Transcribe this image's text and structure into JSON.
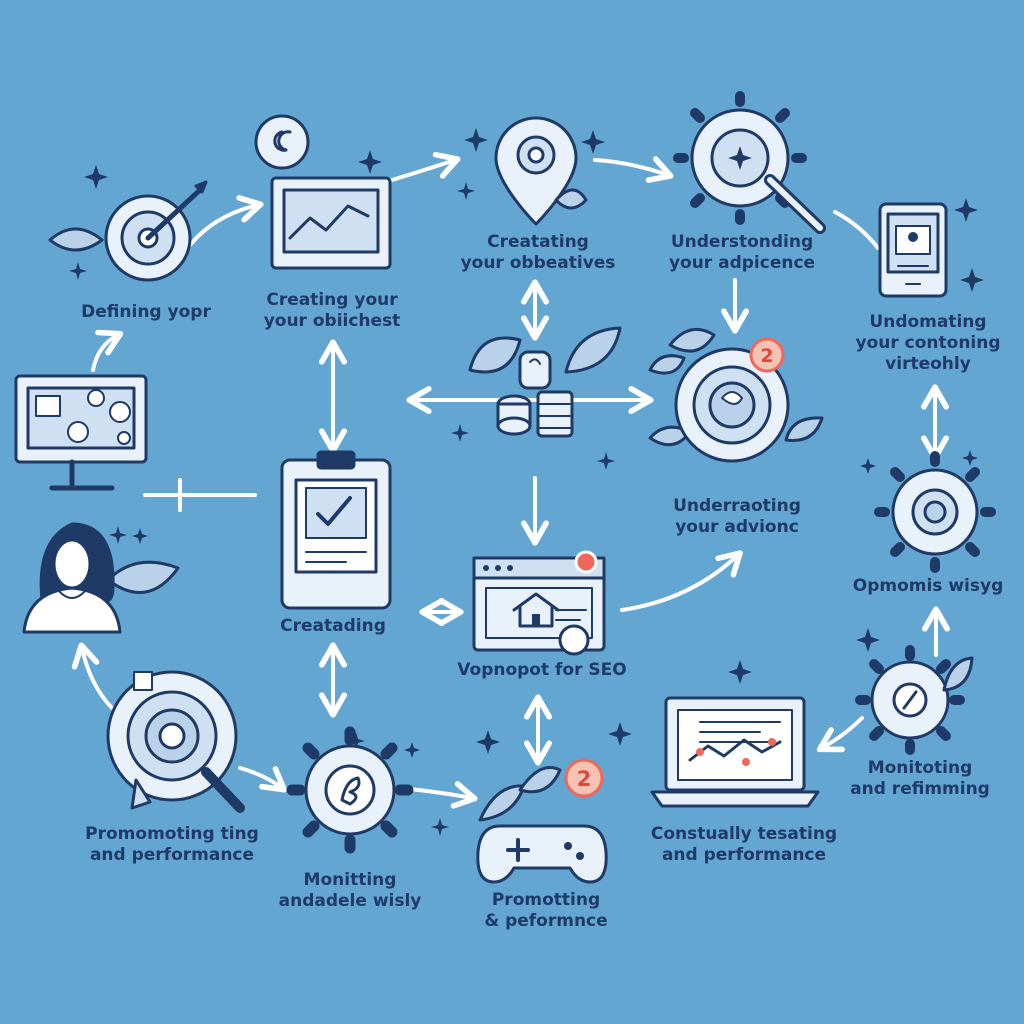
{
  "colors": {
    "background": "#64a6d2",
    "ink": "#1f3a66",
    "fill": "#e9f1fa",
    "accent": "#f0685a"
  },
  "badges": {
    "badge_a": "2",
    "badge_b": "2"
  },
  "nodes": {
    "defining": {
      "icon": "target-icon",
      "lines": [
        "Defining yopr"
      ]
    },
    "creating_1": {
      "icon": "chart-window-icon",
      "lines": [
        "Creating your",
        "your obiichest"
      ]
    },
    "creating_2": {
      "icon": "location-pin-icon",
      "lines": [
        "Creatating",
        "your obbeatives"
      ]
    },
    "understanding_1": {
      "icon": "gear-magnifier-icon",
      "lines": [
        "Understonding",
        "your adpicence"
      ]
    },
    "undomating": {
      "icon": "tablet-profile-icon",
      "lines": [
        "Undomating",
        "your contoning",
        "virteohly"
      ]
    },
    "coins_hub": {
      "icon": "coins-leaves-icon",
      "lines": []
    },
    "understanding_2": {
      "icon": "gear-badge-icon",
      "lines": [
        "Underraoting",
        "your advionc"
      ]
    },
    "creatading": {
      "icon": "clipboard-check-icon",
      "lines": [
        "Creatading"
      ]
    },
    "seo": {
      "icon": "browser-house-icon",
      "lines": [
        "Vopnopot for SEO"
      ]
    },
    "optimizing": {
      "icon": "gear-icon",
      "lines": [
        "Opmomis wisyg"
      ]
    },
    "promoting_1": {
      "icon": "magnifier-icon",
      "lines": [
        "Promomoting ting",
        "and performance"
      ]
    },
    "monitoring_1": {
      "icon": "gear-icon",
      "lines": [
        "Monitting",
        "andadele wisly"
      ]
    },
    "promoting_2": {
      "icon": "gamepad-icon",
      "lines": [
        "Promotting",
        "& peformnce"
      ]
    },
    "continually": {
      "icon": "laptop-chart-icon",
      "lines": [
        "Constually tesating",
        "and performance"
      ]
    },
    "monitoring_2": {
      "icon": "gear-leaf-icon",
      "lines": [
        "Monitoting",
        "and refimming"
      ]
    },
    "monitor": {
      "icon": "monitor-icon",
      "lines": []
    },
    "person": {
      "icon": "person-icon",
      "lines": []
    }
  }
}
